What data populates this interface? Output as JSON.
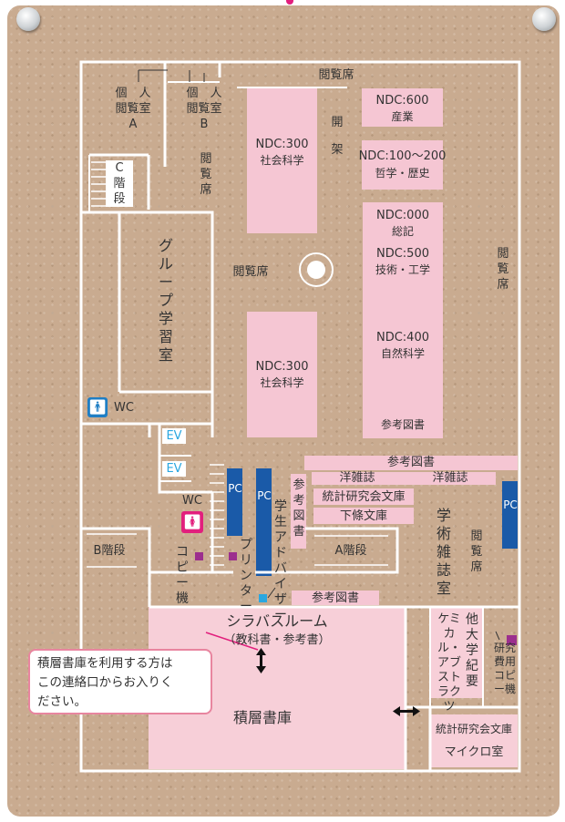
{
  "rooms": {
    "private_a": "個　人\n閲覧室\nA",
    "private_b": "個　人\n閲覧室\nB",
    "stair_c": "C\n階\n段",
    "reading_top": "閲覧席",
    "open_stack": "開\n架",
    "reading_left": "閲\n覧\n席",
    "group_study": "グループ学習室",
    "reading_center": "閲覧席",
    "reading_right": "閲\n覧\n席",
    "wc_men": "WC",
    "wc_women": "WC",
    "ev1": "EV",
    "ev2": "EV",
    "stair_b": "B階段",
    "copy_left": "コピー機",
    "printer": "プリンター",
    "student_adviser": "学生アドバイザー",
    "reference_v": "参考図書",
    "reference_top": "参考図書",
    "western_mag_1": "洋雑誌",
    "western_mag_2": "洋雑誌",
    "stat_bunko": "統計研究会文庫",
    "shimojo": "下條文庫",
    "stair_a": "A階段",
    "academic_mag": "学術雑誌室",
    "reading_mag": "閲\n覧\n席",
    "reference_mid": "参考図書",
    "syllabus_title": "シラバスルーム",
    "syllabus_sub": "（教科書・参考書）",
    "chem_abstracts": "ケミカル・アブストラクツ",
    "other_bulletins": "他大学紀要",
    "kaken_copy": "研究費用コピー機",
    "stack_room": "積層書庫",
    "stat_bunko_2": "統計研究会文庫",
    "micro_room": "マイクロ室",
    "pc": "PC"
  },
  "shelves": {
    "ndc300_top": {
      "code": "NDC:300",
      "name": "社会科学"
    },
    "ndc600": {
      "code": "NDC:600",
      "name": "産業"
    },
    "ndc100": {
      "code": "NDC:100～200",
      "name": "哲学・歴史"
    },
    "ndc000": {
      "code": "NDC:000",
      "name": "総記"
    },
    "ndc500": {
      "code": "NDC:500",
      "name": "技術・工学"
    },
    "ndc400": {
      "code": "NDC:400",
      "name": "自然科学"
    },
    "ref_books": "参考図書",
    "ndc300_bottom": {
      "code": "NDC:300",
      "name": "社会科学"
    }
  },
  "callout": {
    "text": "積層書庫を利用する方は\nこの連絡口からお入りく\nださい。"
  },
  "colors": {
    "shelf": "#f7cfd8",
    "pc": "#1a5aa8",
    "copier": "#9c2f8e",
    "wc_men": "#1f7ec4",
    "wc_women": "#e21f7d",
    "board": "#c9ab90"
  },
  "icons": [
    "pushpin-icon",
    "pushpin-icon",
    "man-icon",
    "woman-icon",
    "double-arrow-icon",
    "target-icon"
  ]
}
